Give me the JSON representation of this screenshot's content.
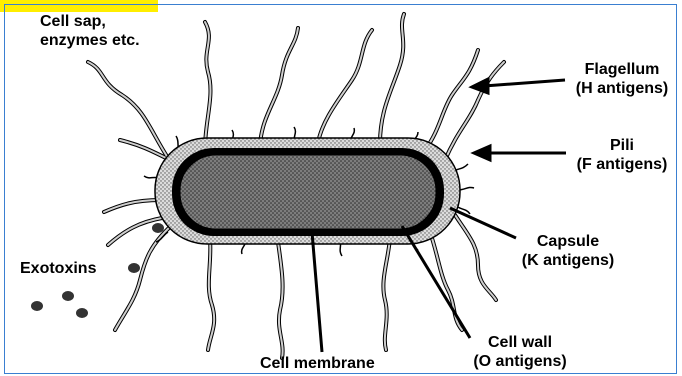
{
  "labels": {
    "cell_sap": [
      "Cell sap,",
      "enzymes etc."
    ],
    "flagellum": [
      "Flagellum",
      "(H antigens)"
    ],
    "pili": [
      "Pili",
      "(F antigens)"
    ],
    "capsule": [
      "Capsule",
      "(K antigens)"
    ],
    "cell_wall": [
      "Cell wall",
      "(O antigens)"
    ],
    "cell_membrane": "Cell membrane",
    "exotoxins": "Exotoxins"
  },
  "colors": {
    "frame_border": "#3a7fd1",
    "highlight": "#ffee00",
    "capsule_fill": "#d9d9d9",
    "cytoplasm_fill": "#7a7a7a",
    "outline": "#000000"
  }
}
